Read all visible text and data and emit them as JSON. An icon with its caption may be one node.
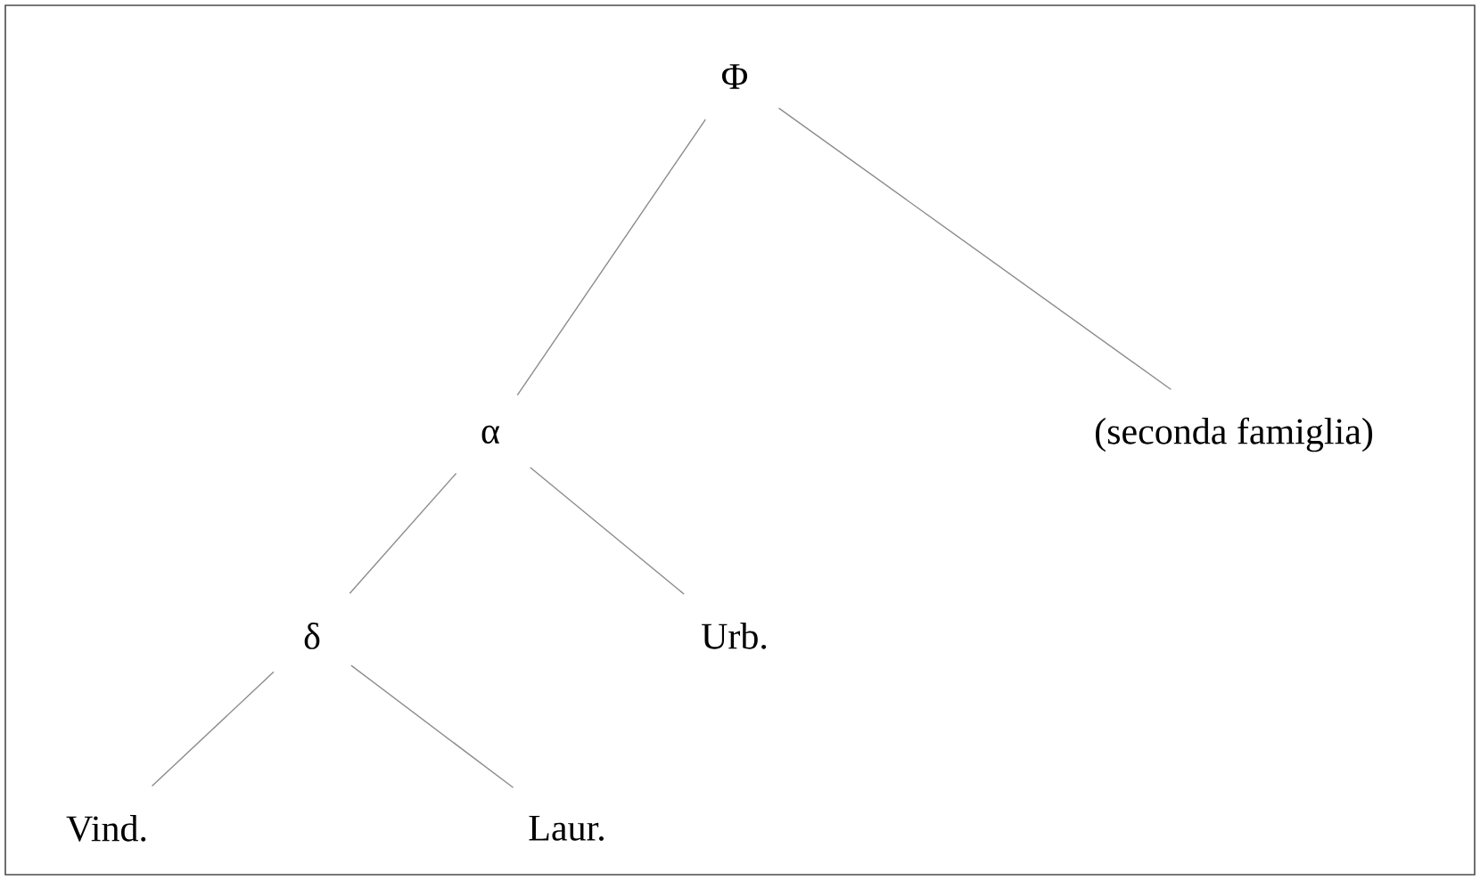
{
  "diagram": {
    "nodes": [
      {
        "text": [
          "Φ"
        ]
      },
      {
        "text": [
          "α"
        ]
      },
      {
        "text": [
          "(seconda famiglia)"
        ]
      },
      {
        "text": [
          "δ"
        ]
      },
      {
        "text": [
          "Urb."
        ]
      },
      {
        "text": [
          "Vind."
        ]
      },
      {
        "text": [
          "Laur."
        ]
      }
    ],
    "edges": [
      {
        "from": 0,
        "to": 1,
        "arrow": "none"
      },
      {
        "from": 0,
        "to": 2,
        "arrow": "none"
      },
      {
        "from": 1,
        "to": 3,
        "arrow": "none"
      },
      {
        "from": 1,
        "to": 4,
        "arrow": "none"
      },
      {
        "from": 3,
        "to": 5,
        "arrow": "none"
      },
      {
        "from": 3,
        "to": 6,
        "arrow": "none"
      }
    ]
  }
}
